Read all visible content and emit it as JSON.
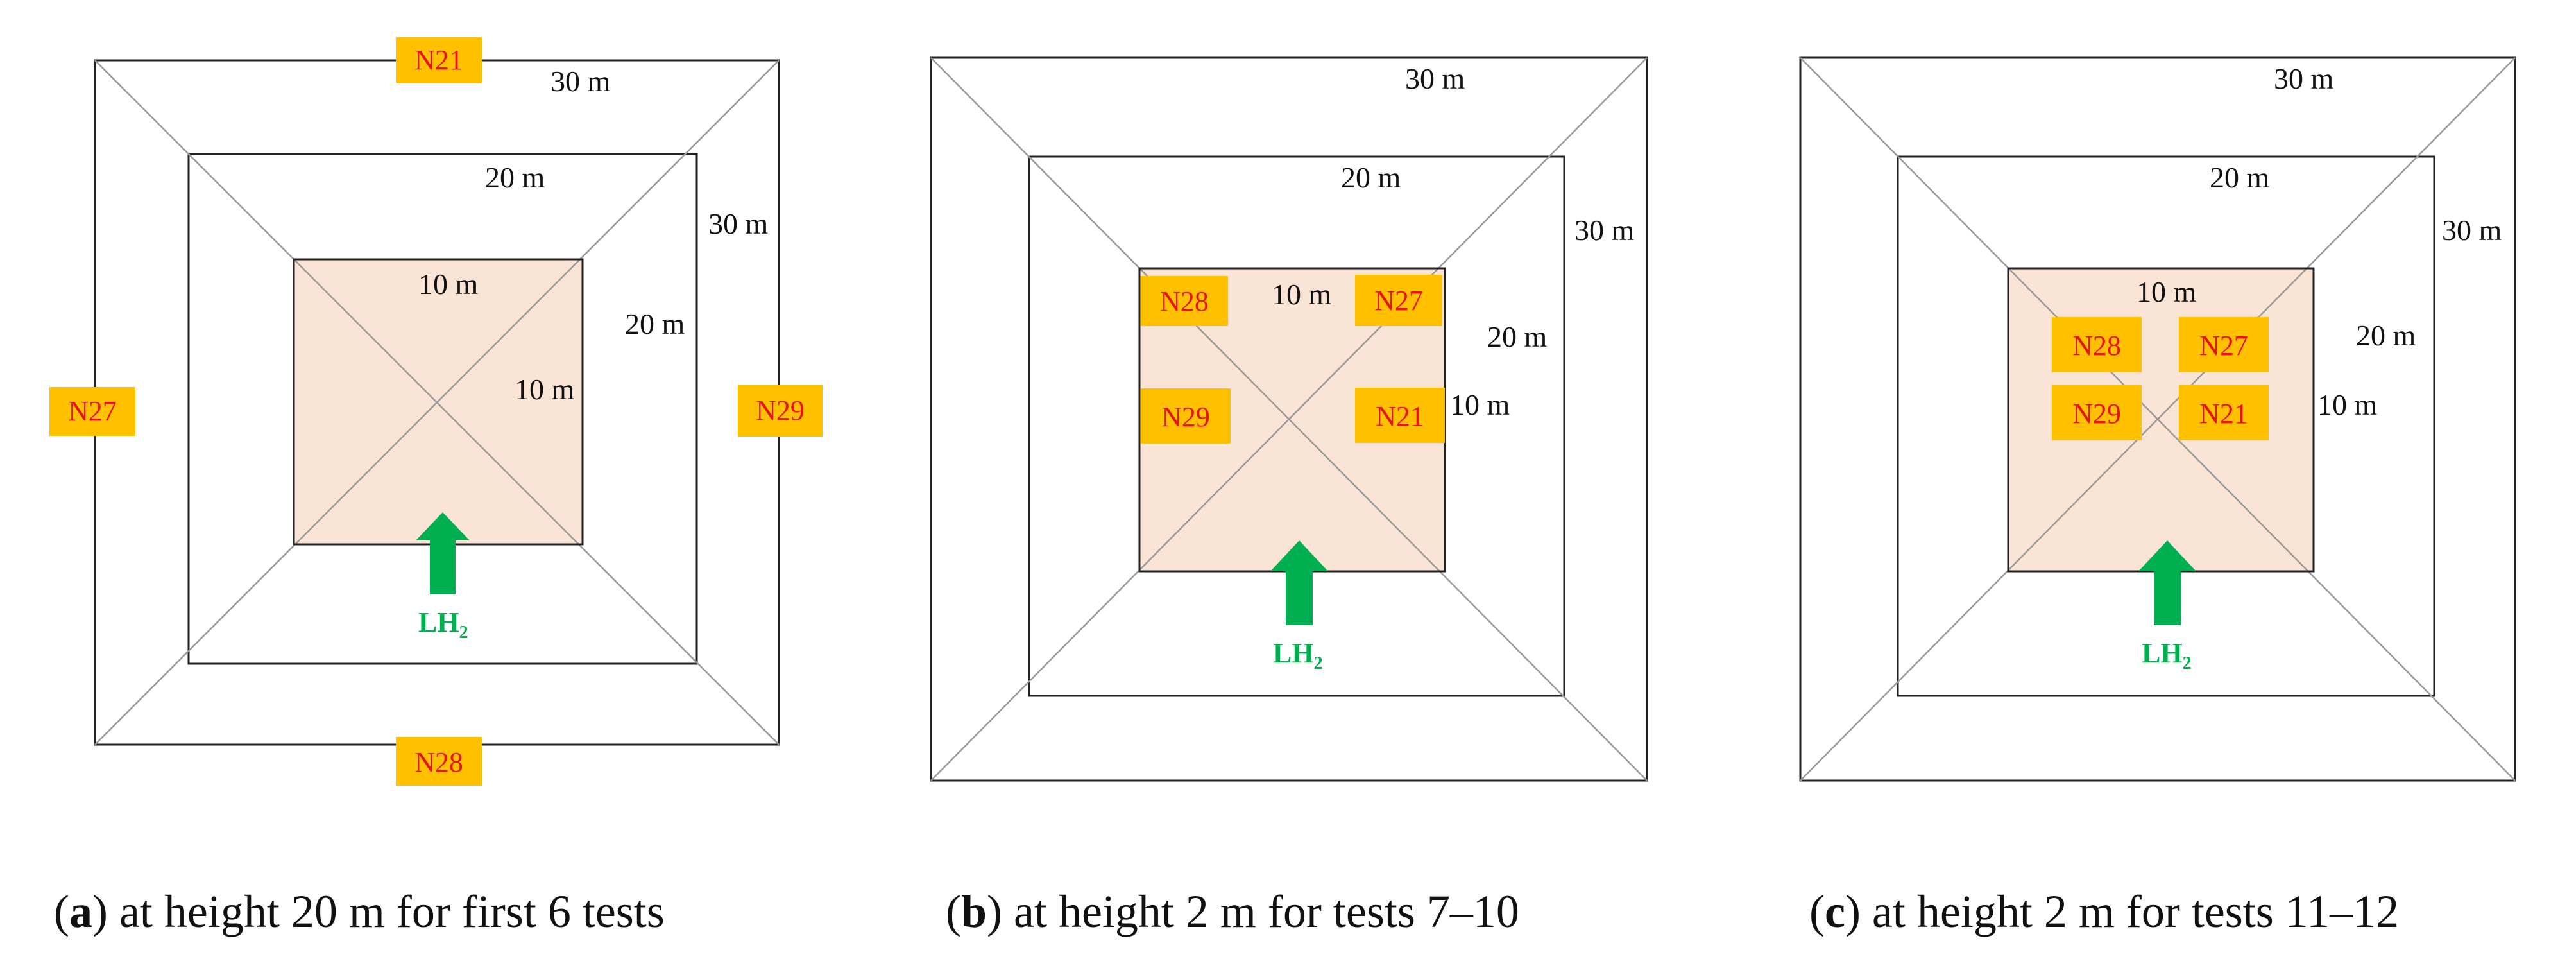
{
  "colors": {
    "outline": "#222222",
    "diagonal": "#9a9a9a",
    "inner_fill": "#fae4d6",
    "sensor_bg": "#ffc000",
    "sensor_text": "#e8141c",
    "arrow": "#00b050"
  },
  "dim_labels": {
    "d30": "30 m",
    "d20": "20 m",
    "d10": "10 m"
  },
  "lh2": {
    "main": "LH",
    "sub": "2"
  },
  "panels": [
    {
      "id": "a",
      "sensors": [
        "N21",
        "N27",
        "N29",
        "N28"
      ],
      "caption": {
        "open": "(",
        "letter": "a",
        "rest": ") at height 20 m for first 6 tests"
      }
    },
    {
      "id": "b",
      "sensors": [
        "N28",
        "N27",
        "N29",
        "N21"
      ],
      "caption": {
        "open": "(",
        "letter": "b",
        "rest": ") at height 2 m for tests 7–10"
      }
    },
    {
      "id": "c",
      "sensors": [
        "N28",
        "N27",
        "N29",
        "N21"
      ],
      "caption": {
        "open": "(",
        "letter": "c",
        "rest": ") at height 2 m for tests 11–12"
      }
    }
  ]
}
